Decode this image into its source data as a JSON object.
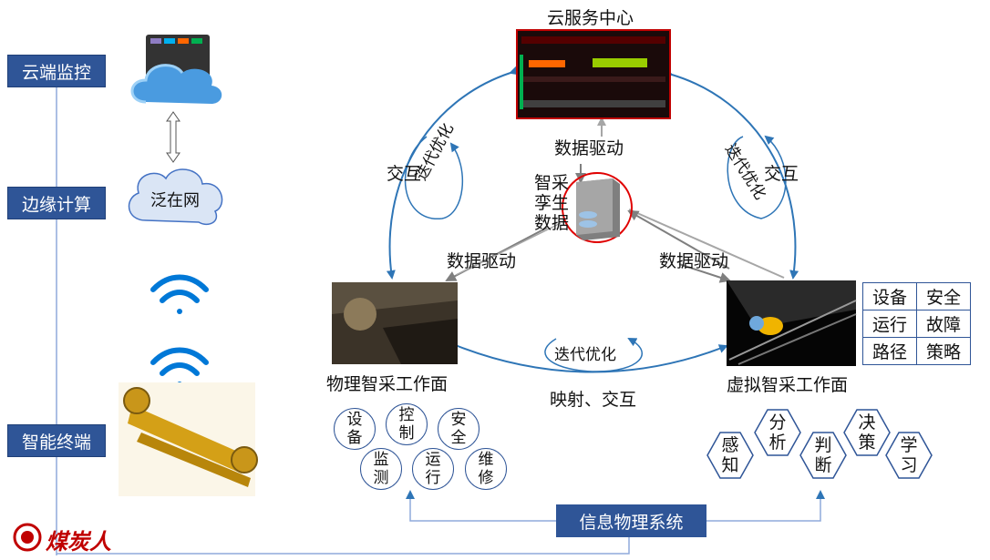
{
  "layers": {
    "cloud": "云端监控",
    "edge": "边缘计算",
    "terminal": "智能终端"
  },
  "left_icons": {
    "internet_label": "泛在网"
  },
  "cloud_center": {
    "title": "云服务中心"
  },
  "digital_twin": {
    "lines": [
      "智采",
      "孪生",
      "数据"
    ]
  },
  "labels": {
    "data_driven_top": "数据驱动",
    "data_driven_left": "数据驱动",
    "data_driven_right": "数据驱动",
    "interact_left": "交互",
    "interact_right": "交互",
    "iter_left": "迭代优化",
    "iter_right": "迭代优化",
    "iter_bottom": "迭代优化",
    "map_interact": "映射、交互"
  },
  "physical": {
    "title": "物理智采工作面",
    "circles": [
      [
        "设",
        "备"
      ],
      [
        "控",
        "制"
      ],
      [
        "安",
        "全"
      ],
      [
        "监",
        "测"
      ],
      [
        "运",
        "行"
      ],
      [
        "维",
        "修"
      ]
    ]
  },
  "virtual": {
    "title": "虚拟智采工作面",
    "table": [
      [
        "设备",
        "安全"
      ],
      [
        "运行",
        "故障"
      ],
      [
        "路径",
        "策略"
      ]
    ],
    "hexes": [
      [
        "感",
        "知"
      ],
      [
        "分",
        "析"
      ],
      [
        "判",
        "断"
      ],
      [
        "决",
        "策"
      ],
      [
        "学",
        "习"
      ]
    ]
  },
  "cps": "信息物理系统",
  "logo": "煤炭人",
  "colors": {
    "blue": "#2f5597",
    "arrow_blue": "#2e75b6",
    "gray_arrow": "#7f7f7f",
    "logo_red": "#c00000"
  }
}
